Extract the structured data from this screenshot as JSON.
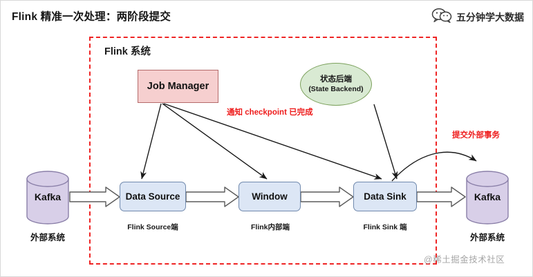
{
  "page": {
    "title": "Flink 精准一次处理：两阶段提交",
    "watermark": "@稀土掘金技术社区"
  },
  "brand": {
    "icon": "wechat-icon",
    "name": "五分钟学大数据"
  },
  "boundary": {
    "label": "Flink 系统",
    "style": "red-dashed",
    "color": "#ef2424"
  },
  "nodes": {
    "job_manager": {
      "label": "Job Manager",
      "fill": "#f6cfcf",
      "stroke": "#b46a6a"
    },
    "state_backend": {
      "label_cn": "状态后端",
      "label_en": "(State Backend)",
      "fill": "#d9ead3",
      "stroke": "#7ba05b"
    },
    "data_source": {
      "label": "Data Source",
      "fill": "#dce6f5",
      "stroke": "#7089ad"
    },
    "window": {
      "label": "Window",
      "fill": "#dce6f5",
      "stroke": "#7089ad"
    },
    "data_sink": {
      "label": "Data Sink",
      "fill": "#dce6f5",
      "stroke": "#7089ad"
    },
    "kafka_left": {
      "label": "Kafka",
      "fill": "#d8cfe8",
      "stroke": "#8a7fa8"
    },
    "kafka_right": {
      "label": "Kafka",
      "fill": "#d8cfe8",
      "stroke": "#8a7fa8"
    }
  },
  "captions": {
    "source": "Flink Source端",
    "internal": "Flink内部端",
    "sink": "Flink Sink 端",
    "external_left": "外部系统",
    "external_right": "外部系统"
  },
  "annotations": {
    "checkpoint_done": "通知 checkpoint 已完成",
    "commit_external": "提交外部事务",
    "color": "#ee1c1c"
  }
}
